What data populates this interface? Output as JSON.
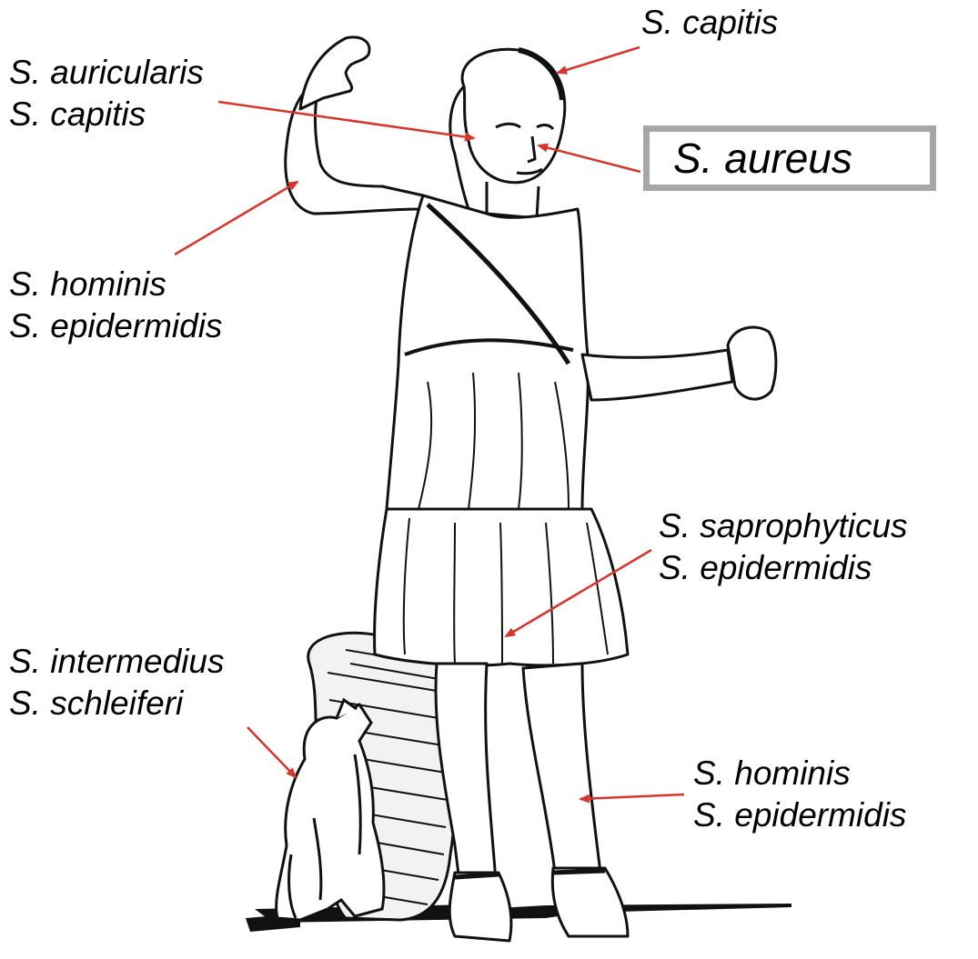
{
  "colors": {
    "arrow": "#d9342b",
    "box_border": "#a6a6a6",
    "ink": "#111111"
  },
  "labels": {
    "capitis_top": {
      "line1": "S. capitis"
    },
    "auricularis": {
      "line1": "S. auricularis",
      "line2": "S. capitis"
    },
    "aureus": {
      "line1": "S. aureus"
    },
    "arm": {
      "line1": "S. hominis",
      "line2": "S. epidermidis"
    },
    "groin": {
      "line1": "S. saprophyticus",
      "line2": "S. epidermidis"
    },
    "dog": {
      "line1": "S. intermedius",
      "line2": "S. schleiferi"
    },
    "leg": {
      "line1": "S. hominis",
      "line2": "S. epidermidis"
    }
  }
}
